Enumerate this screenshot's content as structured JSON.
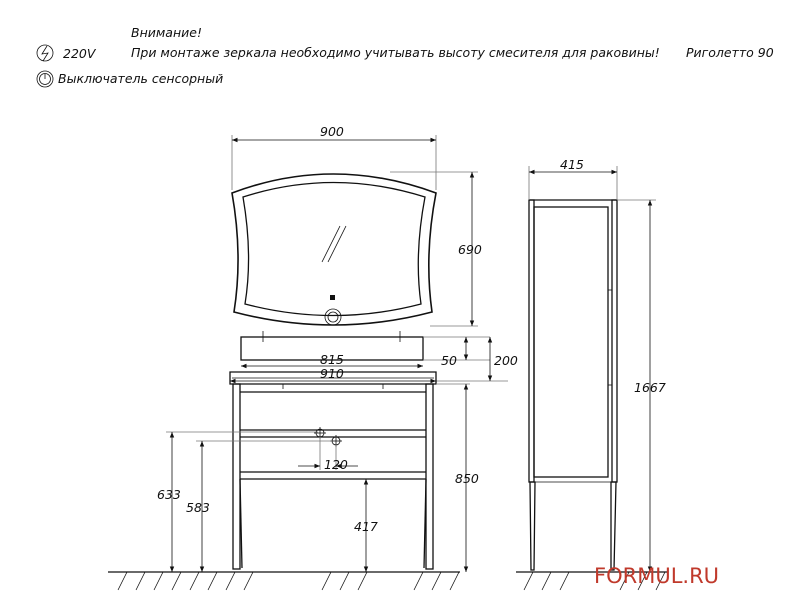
{
  "notes": {
    "attention": "Внимание!",
    "warning": "При монтаже зеркала необходимо учитывать высоту смесителя для раковины!",
    "model": "Риголетто 90",
    "voltage": "220V",
    "switch": "Выключатель  сенсорный"
  },
  "dimensions": {
    "mirror_width": "900",
    "mirror_height": "690",
    "side_depth": "415",
    "shelf_width": "815",
    "shelf_height": "50",
    "shelf_gap": "200",
    "top_width": "910",
    "vanity_height": "850",
    "drain_height_633": "633",
    "drain_height_583": "583",
    "drain_spacing": "120",
    "floor_to_bottom": "417",
    "tall_cabinet_height": "1667"
  },
  "icons": {
    "voltage": "lightning-icon",
    "switch": "power-icon"
  },
  "watermark": "FORMUL.RU",
  "colors": {
    "line": "#111111",
    "watermark": "#c0392b"
  }
}
